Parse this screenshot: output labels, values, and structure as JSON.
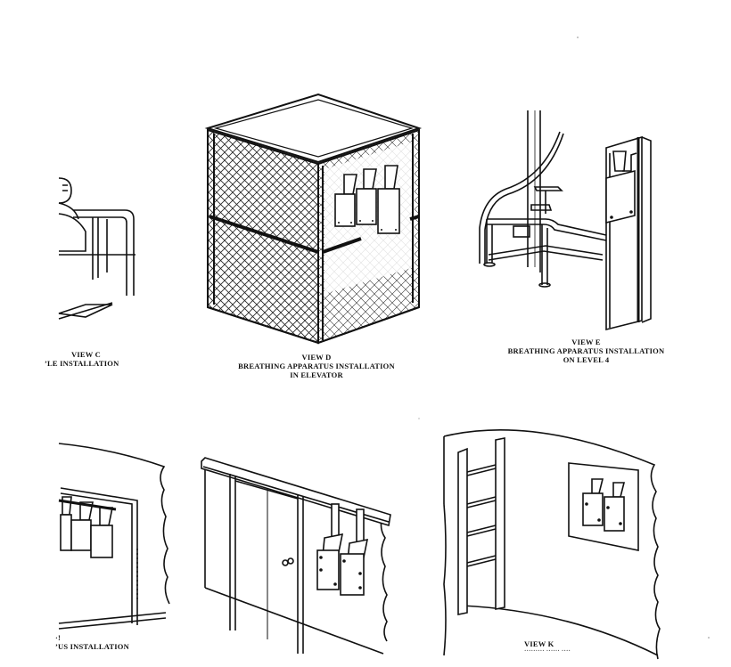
{
  "views": {
    "c": {
      "line1": "VIEW C",
      "line2": "’LE INSTALLATION"
    },
    "d": {
      "line1": "VIEW D",
      "line2": "BREATHING APPARATUS INSTALLATION",
      "line3": "IN ELEVATOR"
    },
    "e": {
      "line1": "VIEW E",
      "line2": "BREATHING APPARATUS INSTALLATION",
      "line3": "ON LEVEL 4"
    },
    "f": {
      "line1": "·!",
      "line2": "’US INSTALLATION"
    },
    "k": {
      "line1": "VIEW K",
      "line2": "········· ······ ····"
    }
  },
  "colors": {
    "ink": "#111111",
    "paper": "#ffffff"
  }
}
